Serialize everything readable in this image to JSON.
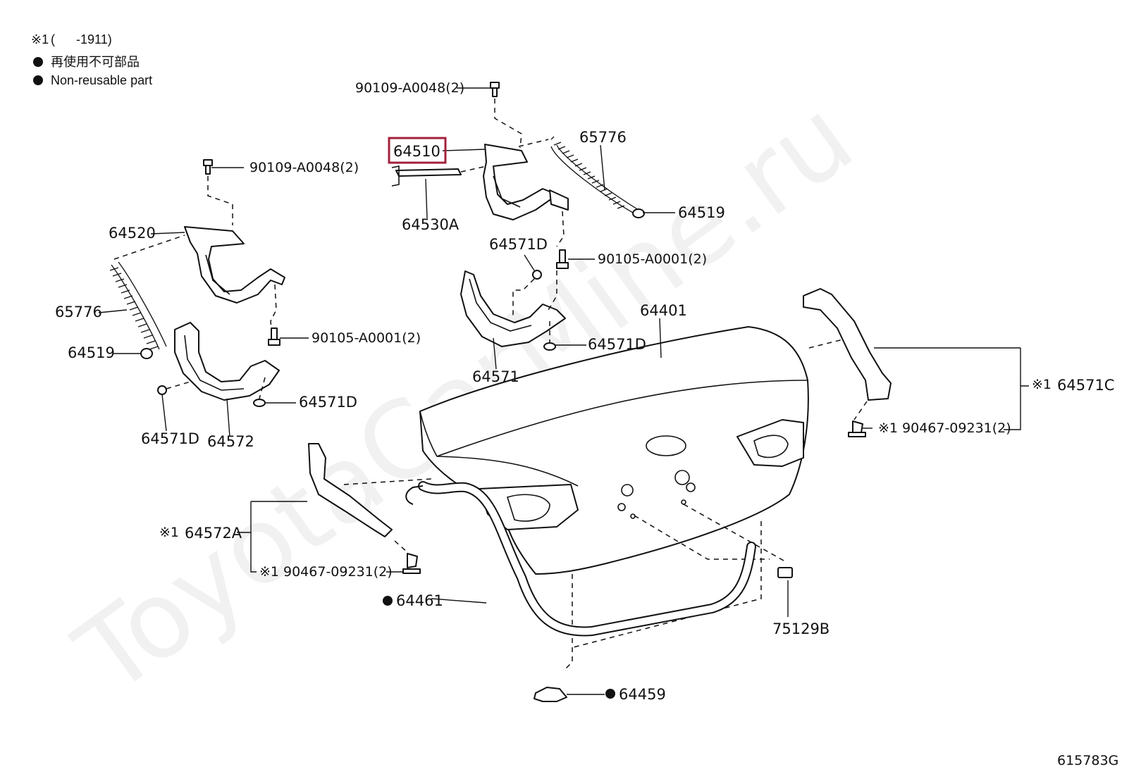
{
  "legend": {
    "note_mark": "※1",
    "note_range": "(      -1911)",
    "non_reusable_jp": "再使用不可部品",
    "non_reusable_en": "Non-reusable part"
  },
  "watermark": "ToyotaCarMine.ru",
  "diagram_code": "615783G",
  "highlight_color": "#a4203b",
  "parts": {
    "p90109_top": "90109-A0048(2)",
    "p64510": "64510",
    "p65776_right": "65776",
    "p64530A": "64530A",
    "p64519_right": "64519",
    "p64571D_a": "64571D",
    "p90105_right": "90105-A0001(2)",
    "p64401": "64401",
    "p64571D_b": "64571D",
    "p64571": "64571",
    "p64571C": "64571C",
    "p64571C_mark": "※1",
    "p90467_right": "90467-09231(2)",
    "p90467_right_mark": "※1",
    "p90109_left": "90109-A0048(2)",
    "p64520": "64520",
    "p65776_left": "65776",
    "p90105_left": "90105-A0001(2)",
    "p64519_left": "64519",
    "p64571D_c": "64571D",
    "p64571D_d": "64571D",
    "p64572": "64572",
    "p64572A": "64572A",
    "p64572A_mark": "※1",
    "p90467_left": "90467-09231(2)",
    "p90467_left_mark": "※1",
    "p64461": "64461",
    "p75129B": "75129B",
    "p64459": "64459"
  }
}
